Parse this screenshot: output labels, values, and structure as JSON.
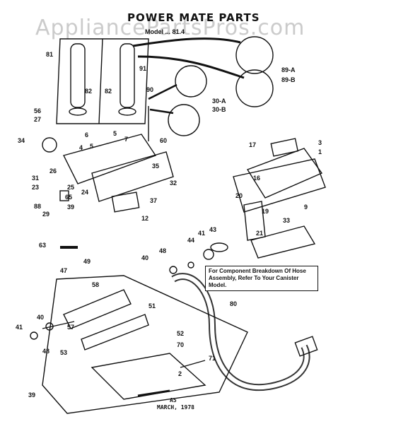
{
  "header": {
    "title": "POWER MATE PARTS",
    "watermark": "AppliancePartsPros.com"
  },
  "note_text": "For Component Breakdown Of Hose Assembly, Refer To Your Canister Model.",
  "footer": {
    "code": "A5",
    "date": "MARCH, 1978"
  },
  "callouts": [
    "81",
    "82",
    "82",
    "91",
    "90",
    "89-A",
    "89-B",
    "30-A",
    "30-B",
    "56",
    "27",
    "34",
    "6",
    "5",
    "4",
    "5",
    "7",
    "60",
    "26",
    "31",
    "23",
    "25",
    "24",
    "65",
    "39",
    "32",
    "35",
    "88",
    "29",
    "37",
    "12",
    "17",
    "3",
    "1",
    "16",
    "20",
    "19",
    "9",
    "33",
    "21",
    "63",
    "49",
    "40",
    "48",
    "44",
    "41",
    "43",
    "47",
    "58",
    "57",
    "40",
    "41",
    "48",
    "51",
    "80",
    "52",
    "70",
    "71",
    "53",
    "2",
    "39"
  ]
}
